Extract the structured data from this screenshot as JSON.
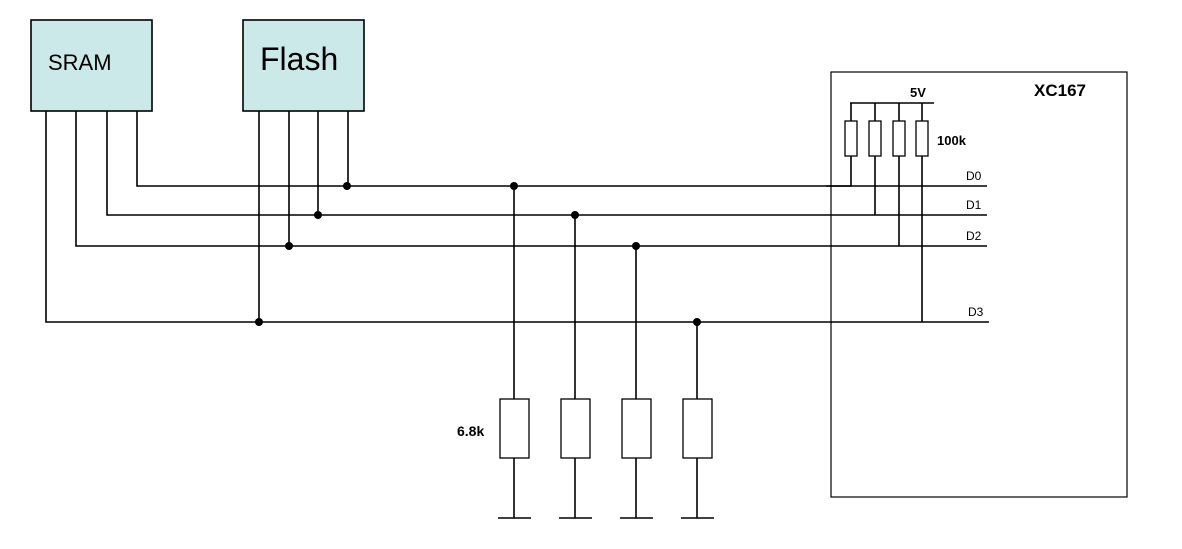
{
  "components": {
    "sram": {
      "label": "SRAM"
    },
    "flash": {
      "label": "Flash"
    },
    "mcu": {
      "label": "XC167"
    }
  },
  "pullup": {
    "supply": "5V",
    "value": "100k"
  },
  "pulldown": {
    "value": "6.8k"
  },
  "data_lines": [
    {
      "label": "D0"
    },
    {
      "label": "D1"
    },
    {
      "label": "D2"
    },
    {
      "label": "D3"
    }
  ]
}
